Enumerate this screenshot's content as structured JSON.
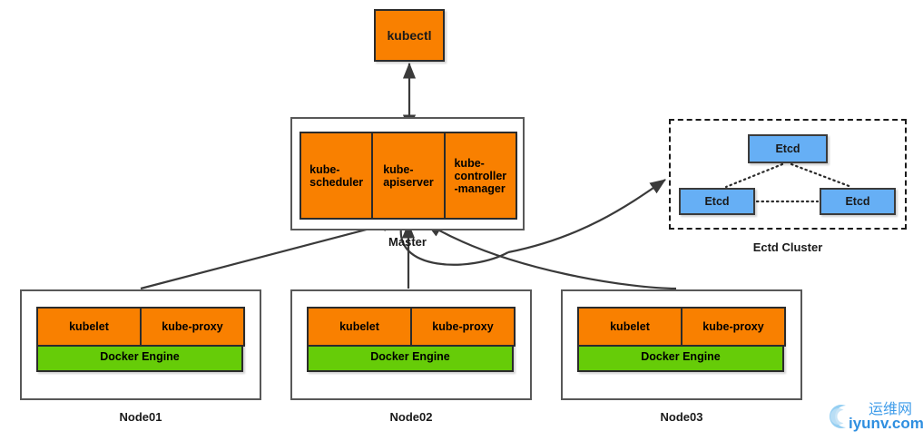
{
  "diagram": {
    "title": "Kubernetes Cluster Architecture",
    "colors": {
      "orange": "#f98000",
      "green": "#66cc08",
      "blue": "#66aff5",
      "frame": "#585858",
      "edge": "#3a3a3a",
      "watermark_blue": "#2f8fe0"
    }
  },
  "kubectl": {
    "label": "kubectl"
  },
  "master": {
    "caption": "Master",
    "components": [
      {
        "label": "kube-\nscheduler"
      },
      {
        "label": "kube-\napiserver"
      },
      {
        "label": "kube-\ncontroller\n-manager"
      }
    ]
  },
  "etcd": {
    "caption": "Ectd Cluster",
    "nodes": [
      {
        "label": "Etcd",
        "position": "top"
      },
      {
        "label": "Etcd",
        "position": "left"
      },
      {
        "label": "Etcd",
        "position": "right"
      }
    ]
  },
  "nodes": [
    {
      "caption": "Node01",
      "components": [
        {
          "label": "kubelet"
        },
        {
          "label": "kube-proxy"
        }
      ],
      "runtime": {
        "label": "Docker Engine"
      }
    },
    {
      "caption": "Node02",
      "components": [
        {
          "label": "kubelet"
        },
        {
          "label": "kube-proxy"
        }
      ],
      "runtime": {
        "label": "Docker Engine"
      }
    },
    {
      "caption": "Node03",
      "components": [
        {
          "label": "kubelet"
        },
        {
          "label": "kube-proxy"
        }
      ],
      "runtime": {
        "label": "Docker Engine"
      }
    }
  ],
  "watermark": {
    "text_cn": "运维网",
    "text_en": "iyunv.com"
  }
}
